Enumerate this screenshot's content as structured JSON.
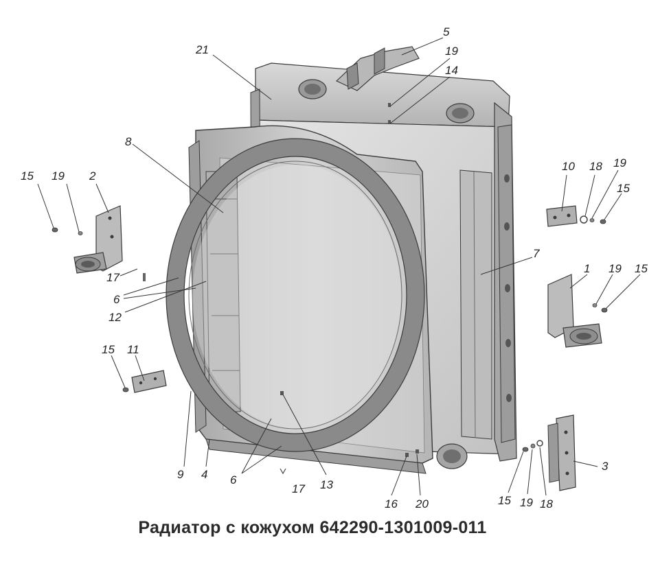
{
  "caption": "Радиатор с кожухом 642290-1301009-011",
  "callouts": [
    "21",
    "5",
    "19",
    "14",
    "8",
    "15",
    "19",
    "2",
    "10",
    "18",
    "19",
    "15",
    "7",
    "17",
    "6",
    "1",
    "19",
    "15",
    "12",
    "15",
    "11",
    "3",
    "9",
    "4",
    "6",
    "17",
    "13",
    "16",
    "20",
    "15",
    "19",
    "18"
  ],
  "colors": {
    "metal": "#c9c9c9",
    "metal_dark": "#8f8f8f",
    "metal_light": "#e6e6e6",
    "line": "#3a3a3a"
  }
}
